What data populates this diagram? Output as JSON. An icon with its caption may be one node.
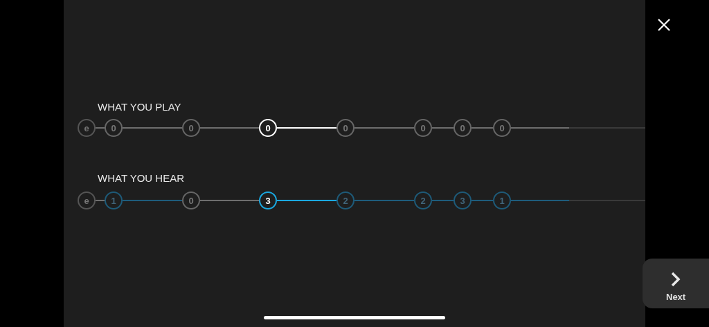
{
  "diagram": {
    "nodes": [
      {
        "text": [
          "e"
        ]
      },
      {
        "text": [
          "0"
        ]
      },
      {
        "text": [
          "0"
        ]
      },
      {
        "text": [
          "0"
        ]
      },
      {
        "text": [
          "0"
        ]
      },
      {
        "text": [
          "0"
        ]
      },
      {
        "text": [
          "0"
        ]
      },
      {
        "text": [
          "0"
        ]
      },
      {
        "text": [
          "e"
        ]
      },
      {
        "text": [
          "1"
        ]
      },
      {
        "text": [
          "0"
        ]
      },
      {
        "text": [
          "3"
        ]
      },
      {
        "text": [
          "2"
        ]
      },
      {
        "text": [
          "2"
        ]
      },
      {
        "text": [
          "3"
        ]
      },
      {
        "text": [
          "1"
        ]
      }
    ],
    "edges": [
      {
        "from": 0,
        "to": 1,
        "arrow": "none"
      },
      {
        "from": 1,
        "to": 2,
        "arrow": "none"
      },
      {
        "from": 2,
        "to": 3,
        "arrow": "none"
      },
      {
        "from": 3,
        "to": 4,
        "arrow": "none",
        "color": "#ffffff"
      },
      {
        "from": 4,
        "to": 5,
        "arrow": "none"
      },
      {
        "from": 5,
        "to": 6,
        "arrow": "none"
      },
      {
        "from": 6,
        "to": 7,
        "arrow": "none"
      },
      {
        "from": 7,
        "to": null,
        "arrow": "none"
      },
      {
        "from": 8,
        "to": 9,
        "arrow": "none"
      },
      {
        "from": 9,
        "to": 10,
        "arrow": "none",
        "color": "#1e5c7c"
      },
      {
        "from": 10,
        "to": 11,
        "arrow": "none"
      },
      {
        "from": 11,
        "to": 12,
        "arrow": "none",
        "color": "#1aa8e0"
      },
      {
        "from": 12,
        "to": 13,
        "arrow": "none",
        "color": "#1e5c7c"
      },
      {
        "from": 13,
        "to": 14,
        "arrow": "none",
        "color": "#1e5c7c"
      },
      {
        "from": 14,
        "to": 15,
        "arrow": "none",
        "color": "#1e5c7c"
      },
      {
        "from": 15,
        "to": null,
        "arrow": "none",
        "color": "#1e5c7c"
      }
    ],
    "labels": [
      "WHAT YOU PLAY",
      "WHAT YOU HEAR",
      "Next"
    ]
  }
}
